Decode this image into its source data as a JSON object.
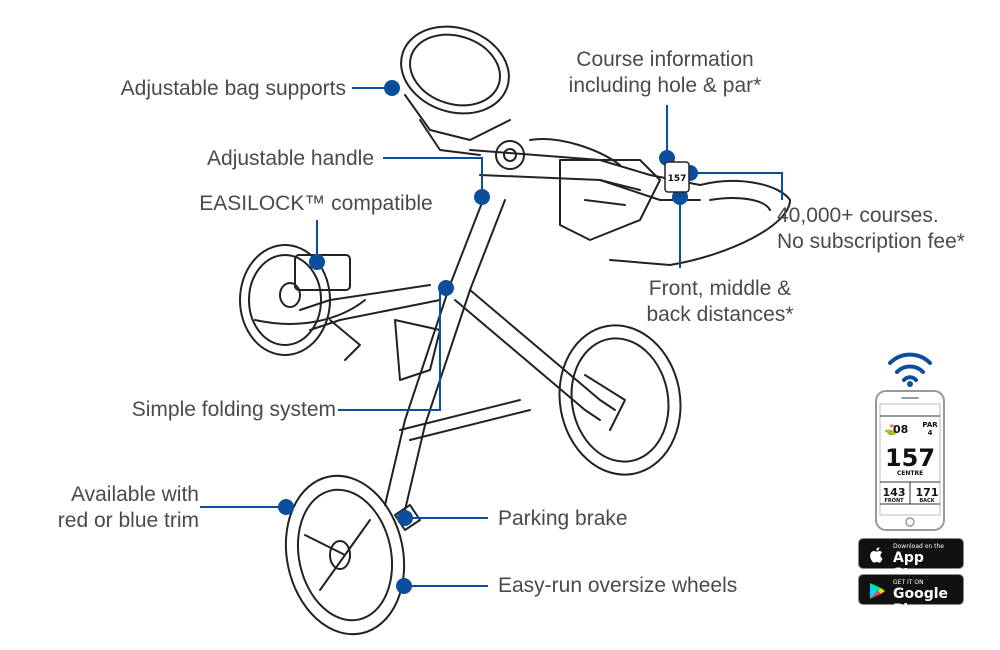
{
  "colors": {
    "accent": "#0b4f9c",
    "text": "#4a4a4a",
    "outline": "#222222"
  },
  "callouts": {
    "bag_supports": "Adjustable bag supports",
    "handle": "Adjustable handle",
    "easilock": "EASILOCK™ compatible",
    "folding": "Simple folding system",
    "trim_line1": "Available with",
    "trim_line2": "red or blue trim",
    "parking": "Parking brake",
    "wheels": "Easy-run oversize wheels",
    "course_line1": "Course information",
    "course_line2": "including hole & par*",
    "courses_line1": "40,000+ courses.",
    "courses_line2": "No subscription fee*",
    "distances_line1": "Front, middle &",
    "distances_line2": "back distances*"
  },
  "phone": {
    "hole": "08",
    "par_label": "PAR",
    "par_value": "4",
    "centre_value": "157",
    "centre_label": "CENTRE",
    "front_value": "143",
    "front_label": "FRONT",
    "back_value": "171",
    "back_label": "BACK",
    "icons": [
      "wifi-icon",
      "flag-icon",
      "menu-icon"
    ]
  },
  "badges": {
    "app_store_small": "Download on the",
    "app_store_big": "App Store",
    "google_small": "GET IT ON",
    "google_big": "Google Play"
  },
  "device_screen": "157"
}
